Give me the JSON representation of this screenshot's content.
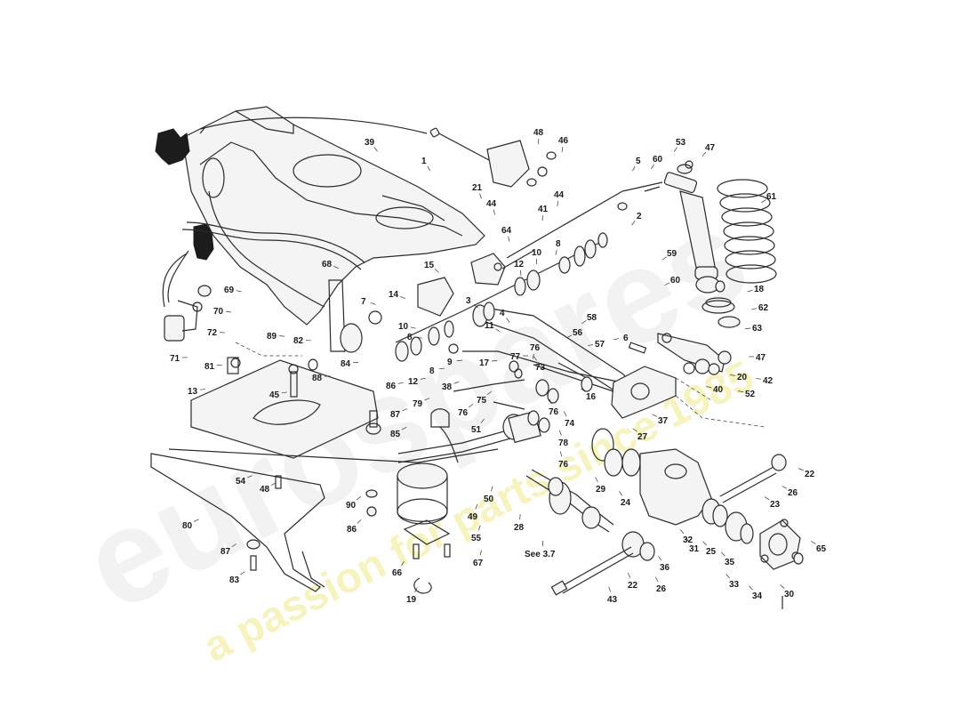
{
  "colors": {
    "line": "#2b2b2b",
    "watermark_grey": "#e6e6e6",
    "watermark_yellow": "#f3f0a8",
    "background": "#ffffff"
  },
  "watermark": {
    "brand": "eurospares",
    "tagline": "a passion for parts since 1985"
  },
  "see_ref": "See 3.7",
  "callouts": [
    "1",
    "2",
    "3",
    "4",
    "5",
    "6",
    "7",
    "8",
    "8",
    "8",
    "9",
    "10",
    "10",
    "11",
    "12",
    "12",
    "13",
    "14",
    "15",
    "16",
    "17",
    "18",
    "19",
    "20",
    "21",
    "22",
    "22",
    "23",
    "24",
    "25",
    "26",
    "26",
    "27",
    "28",
    "29",
    "30",
    "31",
    "32",
    "33",
    "34",
    "35",
    "36",
    "37",
    "38",
    "39",
    "40",
    "41",
    "42",
    "43",
    "44",
    "44",
    "45",
    "46",
    "47",
    "47",
    "48",
    "48",
    "49",
    "50",
    "51",
    "52",
    "53",
    "54",
    "55",
    "56",
    "57",
    "58",
    "59",
    "60",
    "60",
    "61",
    "62",
    "63",
    "64",
    "65",
    "66",
    "67",
    "68",
    "69",
    "70",
    "71",
    "72",
    "73",
    "74",
    "75",
    "76",
    "76",
    "76",
    "76",
    "77",
    "78",
    "79",
    "80",
    "81",
    "82",
    "83",
    "84",
    "85",
    "86",
    "86",
    "87",
    "87",
    "88",
    "89",
    "90"
  ]
}
